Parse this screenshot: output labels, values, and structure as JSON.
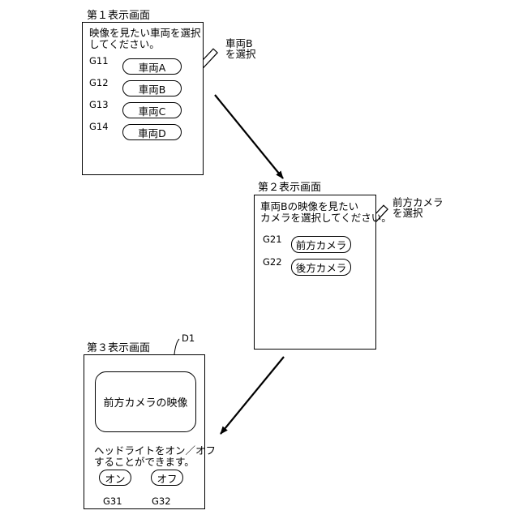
{
  "screen1": {
    "title": "第１表示画面",
    "prompt_line1": "映像を見たい車両を選択",
    "prompt_line2": "してください。",
    "buttons": [
      {
        "ref": "G11",
        "label": "車両A"
      },
      {
        "ref": "G12",
        "label": "車両B"
      },
      {
        "ref": "G13",
        "label": "車両C"
      },
      {
        "ref": "G14",
        "label": "車両D"
      }
    ],
    "note_line1": "車両B",
    "note_line2": "を選択"
  },
  "screen2": {
    "title": "第２表示画面",
    "prompt_line1": "車両Bの映像を見たい",
    "prompt_line2": "カメラを選択してください。",
    "buttons": [
      {
        "ref": "G21",
        "label": "前方カメラ"
      },
      {
        "ref": "G22",
        "label": "後方カメラ"
      }
    ],
    "note_line1": "前方カメラ",
    "note_line2": "を選択"
  },
  "screen3": {
    "title": "第３表示画面",
    "display_ref": "D1",
    "display_label": "前方カメラの映像",
    "text_line1": "ヘッドライトをオン／オフ",
    "text_line2": "することができます。",
    "buttons": [
      {
        "ref": "G31",
        "label": "オン"
      },
      {
        "ref": "G32",
        "label": "オフ"
      }
    ]
  }
}
